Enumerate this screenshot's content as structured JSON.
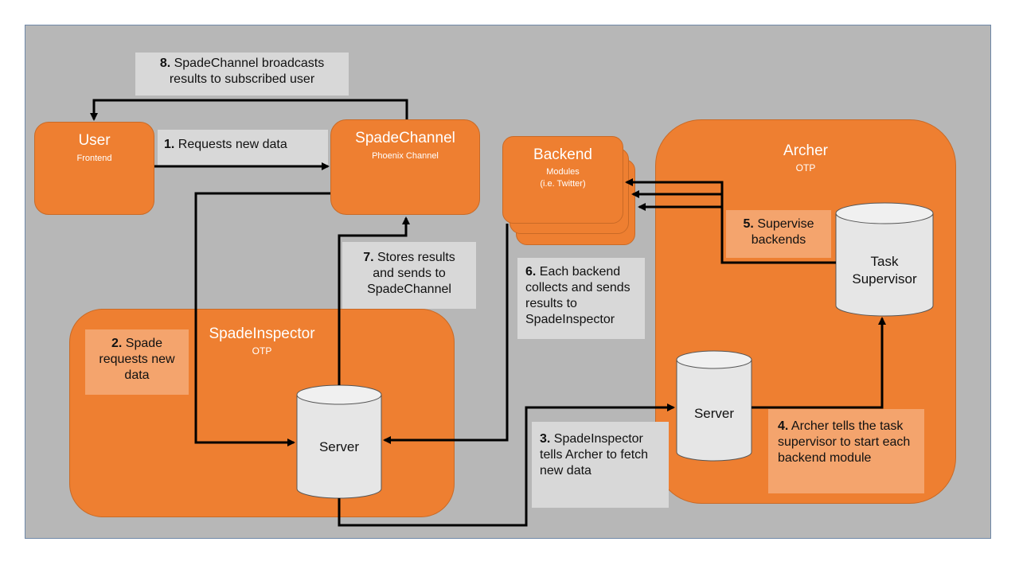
{
  "nodes": {
    "user": {
      "title": "User",
      "sub": "Frontend"
    },
    "spadechannel": {
      "title": "SpadeChannel",
      "sub": "Phoenix Channel"
    },
    "backend": {
      "title": "Backend",
      "sub_line1": "Modules",
      "sub_line2": "(i.e. Twitter)"
    },
    "archer": {
      "title": "Archer",
      "sub": "OTP"
    },
    "spadeinspector": {
      "title": "SpadeInspector",
      "sub": "OTP"
    },
    "inspector_server": {
      "label": "Server"
    },
    "archer_server": {
      "label": "Server"
    },
    "task_supervisor": {
      "line1": "Task",
      "line2": "Supervisor"
    }
  },
  "steps": [
    {
      "num": "1.",
      "text": "Requests new data"
    },
    {
      "num": "2.",
      "text": "Spade requests new data"
    },
    {
      "num": "3.",
      "text": "SpadeInspector tells Archer to fetch new data"
    },
    {
      "num": "4.",
      "text": "Archer tells the task supervisor to start each backend module"
    },
    {
      "num": "5.",
      "text": "Supervise backends"
    },
    {
      "num": "6.",
      "text": "Each backend collects and sends results to SpadeInspector"
    },
    {
      "num": "7.",
      "text": "Stores results and sends to SpadeChannel"
    },
    {
      "num": "8.",
      "text": "SpadeChannel broadcasts results to subscribed user"
    }
  ],
  "colors": {
    "canvas": "#b7b7b7",
    "node": "#ee7f31",
    "note_grey": "#d8d8d8",
    "note_orange": "#f4a46d",
    "arrow": "#000000",
    "cylinder": "#e6e6e6"
  }
}
